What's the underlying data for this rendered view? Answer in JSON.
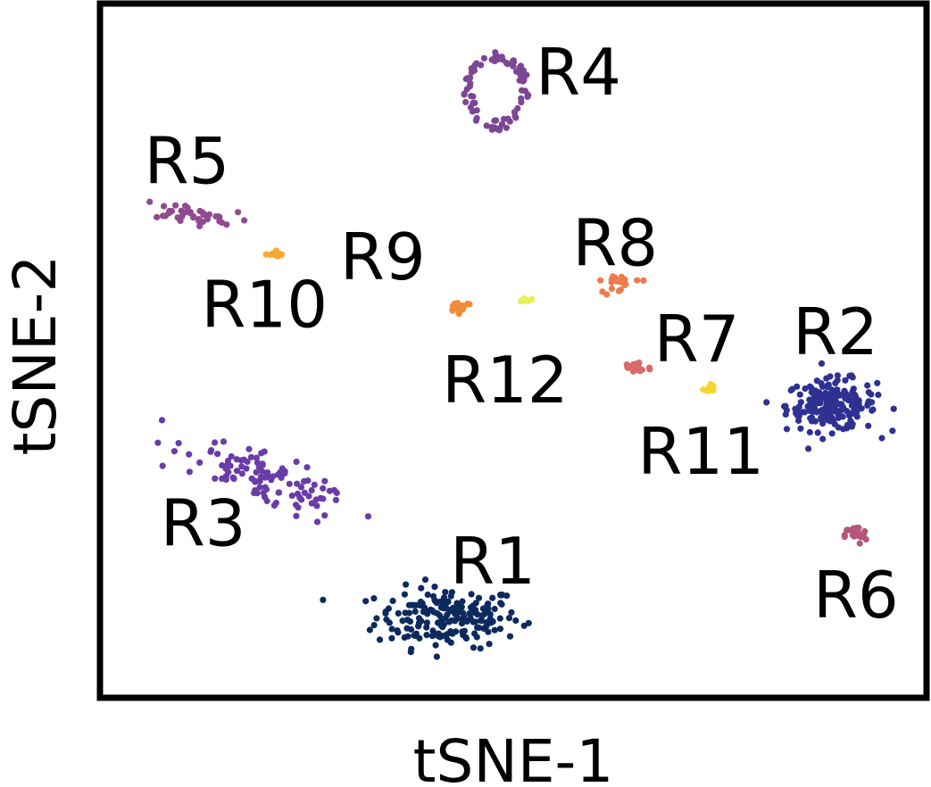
{
  "chart_data": {
    "type": "scatter",
    "title": "",
    "xlabel": "tSNE-1",
    "ylabel": "tSNE-2",
    "xlim": [
      0,
      100
    ],
    "ylim": [
      0,
      100
    ],
    "grid": false,
    "ticks": false,
    "legend": "none",
    "series": [
      {
        "name": "R1",
        "color": "#0d2a5e",
        "n": 190,
        "cx": 42,
        "cy": 11,
        "sx": 8,
        "sy": 4,
        "shape": "blob"
      },
      {
        "name": "R2",
        "color": "#2e3192",
        "n": 200,
        "cx": 89,
        "cy": 42,
        "sx": 5,
        "sy": 3.4,
        "shape": "blob"
      },
      {
        "name": "R3",
        "color": "#6a3ca8",
        "n": 110,
        "cx": 20,
        "cy": 31,
        "sx": 10,
        "sy": 3,
        "shape": "band",
        "angle": -28
      },
      {
        "name": "R4",
        "color": "#7b4795",
        "n": 80,
        "cx": 48,
        "cy": 88,
        "sx": 3.5,
        "sy": 5,
        "shape": "ring"
      },
      {
        "name": "R5",
        "color": "#8e4b8f",
        "n": 40,
        "cx": 10,
        "cy": 70,
        "sx": 5.5,
        "sy": 1.2,
        "shape": "band",
        "angle": -10
      },
      {
        "name": "R6",
        "color": "#b5567a",
        "n": 25,
        "cx": 92,
        "cy": 23,
        "sx": 1.2,
        "sy": 1.2,
        "shape": "blob"
      },
      {
        "name": "R7",
        "color": "#d96a6a",
        "n": 25,
        "cx": 65,
        "cy": 47.5,
        "sx": 1.8,
        "sy": 1.0,
        "shape": "blob"
      },
      {
        "name": "R8",
        "color": "#ee7a4e",
        "n": 20,
        "cx": 63,
        "cy": 60,
        "sx": 2.5,
        "sy": 1.5,
        "shape": "band",
        "angle": 15
      },
      {
        "name": "R9",
        "color": "#f28c3a",
        "n": 22,
        "cx": 43.5,
        "cy": 56.5,
        "sx": 1.4,
        "sy": 0.7,
        "shape": "blob"
      },
      {
        "name": "R10",
        "color": "#f6a833",
        "n": 15,
        "cx": 21,
        "cy": 64,
        "sx": 0.8,
        "sy": 0.6,
        "shape": "blob"
      },
      {
        "name": "R11",
        "color": "#f5d52e",
        "n": 12,
        "cx": 74,
        "cy": 44.5,
        "sx": 0.6,
        "sy": 0.6,
        "shape": "blob"
      },
      {
        "name": "R12",
        "color": "#e8f05a",
        "n": 8,
        "cx": 51.5,
        "cy": 57.5,
        "sx": 0.6,
        "sy": 0.3,
        "shape": "blob"
      }
    ],
    "annotations": [
      {
        "text": "R4",
        "x": 58,
        "y": 90
      },
      {
        "text": "R5",
        "x": 10,
        "y": 77
      },
      {
        "text": "R9",
        "x": 34,
        "y": 63
      },
      {
        "text": "R8",
        "x": 62.5,
        "y": 65
      },
      {
        "text": "R10",
        "x": 19.5,
        "y": 56
      },
      {
        "text": "R7",
        "x": 72.5,
        "y": 51
      },
      {
        "text": "R2",
        "x": 89.5,
        "y": 52
      },
      {
        "text": "R12",
        "x": 49,
        "y": 45
      },
      {
        "text": "R11",
        "x": 73,
        "y": 34.5
      },
      {
        "text": "R3",
        "x": 12,
        "y": 24
      },
      {
        "text": "R1",
        "x": 47.5,
        "y": 18.5
      },
      {
        "text": "R6",
        "x": 92,
        "y": 13.5
      }
    ]
  }
}
